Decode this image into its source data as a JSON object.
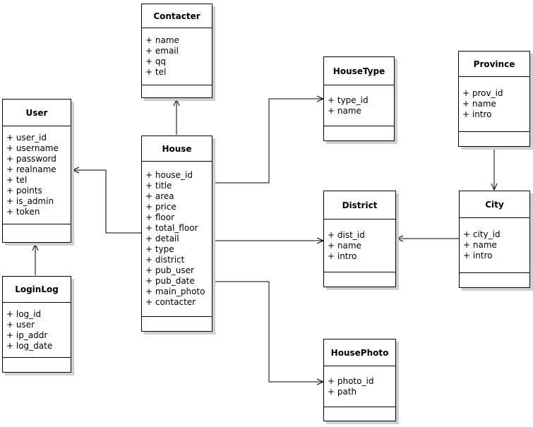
{
  "diagram": {
    "kind": "uml-class-diagram",
    "colors": {
      "background": "#ffffff",
      "entity_fill": "#ffffff",
      "entity_border": "#000000",
      "entity_shadow": "#cfcfcf",
      "connector": "#000000"
    }
  },
  "entities": {
    "contacter": {
      "name": "Contacter",
      "attributes": [
        "+ name",
        "+ email",
        "+ qq",
        "+ tel"
      ]
    },
    "user": {
      "name": "User",
      "attributes": [
        "+ user_id",
        "+ username",
        "+ password",
        "+ realname",
        "+ tel",
        "+ points",
        "+ is_admin",
        "+ token"
      ]
    },
    "house": {
      "name": "House",
      "attributes": [
        "+ house_id",
        "+ title",
        "+ area",
        "+ price",
        "+ floor",
        "+ total_floor",
        "+ detail",
        "+ type",
        "+ district",
        "+ pub_user",
        "+ pub_date",
        "+ main_photo",
        "+ contacter"
      ]
    },
    "housetype": {
      "name": "HouseType",
      "attributes": [
        "+ type_id",
        "+ name"
      ]
    },
    "province": {
      "name": "Province",
      "attributes": [
        "+ prov_id",
        "+ name",
        "+ intro"
      ]
    },
    "district": {
      "name": "District",
      "attributes": [
        "+ dist_id",
        "+ name",
        "+ intro"
      ]
    },
    "city": {
      "name": "City",
      "attributes": [
        "+ city_id",
        "+ name",
        "+ intro"
      ]
    },
    "loginlog": {
      "name": "LoginLog",
      "attributes": [
        "+ log_id",
        "+ user",
        "+ ip_addr",
        "+ log_date"
      ]
    },
    "housephoto": {
      "name": "HousePhoto",
      "attributes": [
        "+ photo_id",
        "+ path"
      ]
    }
  },
  "relationships": [
    {
      "from": "House",
      "to": "Contacter"
    },
    {
      "from": "House",
      "to": "User"
    },
    {
      "from": "LoginLog",
      "to": "User"
    },
    {
      "from": "House",
      "to": "HouseType"
    },
    {
      "from": "House",
      "to": "District"
    },
    {
      "from": "City",
      "to": "District"
    },
    {
      "from": "Province",
      "to": "City"
    },
    {
      "from": "House",
      "to": "HousePhoto"
    }
  ]
}
